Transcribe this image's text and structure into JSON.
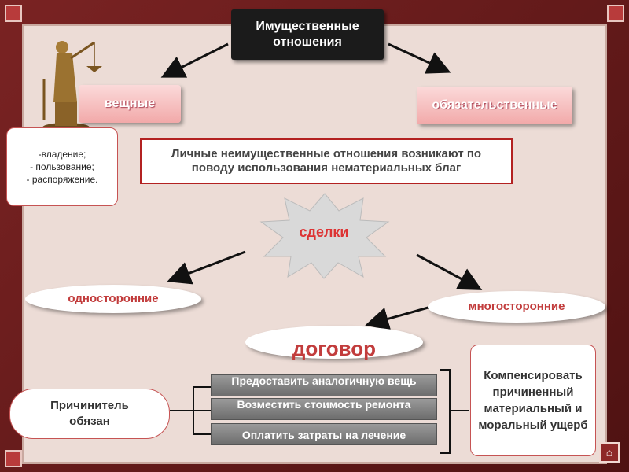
{
  "title": "Имущественные\nотношения",
  "left_type": "вещные",
  "right_type": "обязательственные",
  "rights": [
    "-владение;",
    "- пользование;",
    "- распоряжение."
  ],
  "personal": "Личные неимущественные отношения возникают по поводу использования нематериальных благ",
  "deals": "сделки",
  "unilateral": "односторонние",
  "multilateral": "многосторонние",
  "contract": "договор",
  "obligated": "Причинитель обязан",
  "options": [
    "Предоставить аналогичную вещь",
    "Возместить стоимость ремонта",
    "Оплатить затраты на лечение"
  ],
  "compensate": "Компенсировать причиненный материальный и моральный ущерб",
  "icons": {
    "statue": "themis-statue-icon",
    "home": "home-icon"
  }
}
